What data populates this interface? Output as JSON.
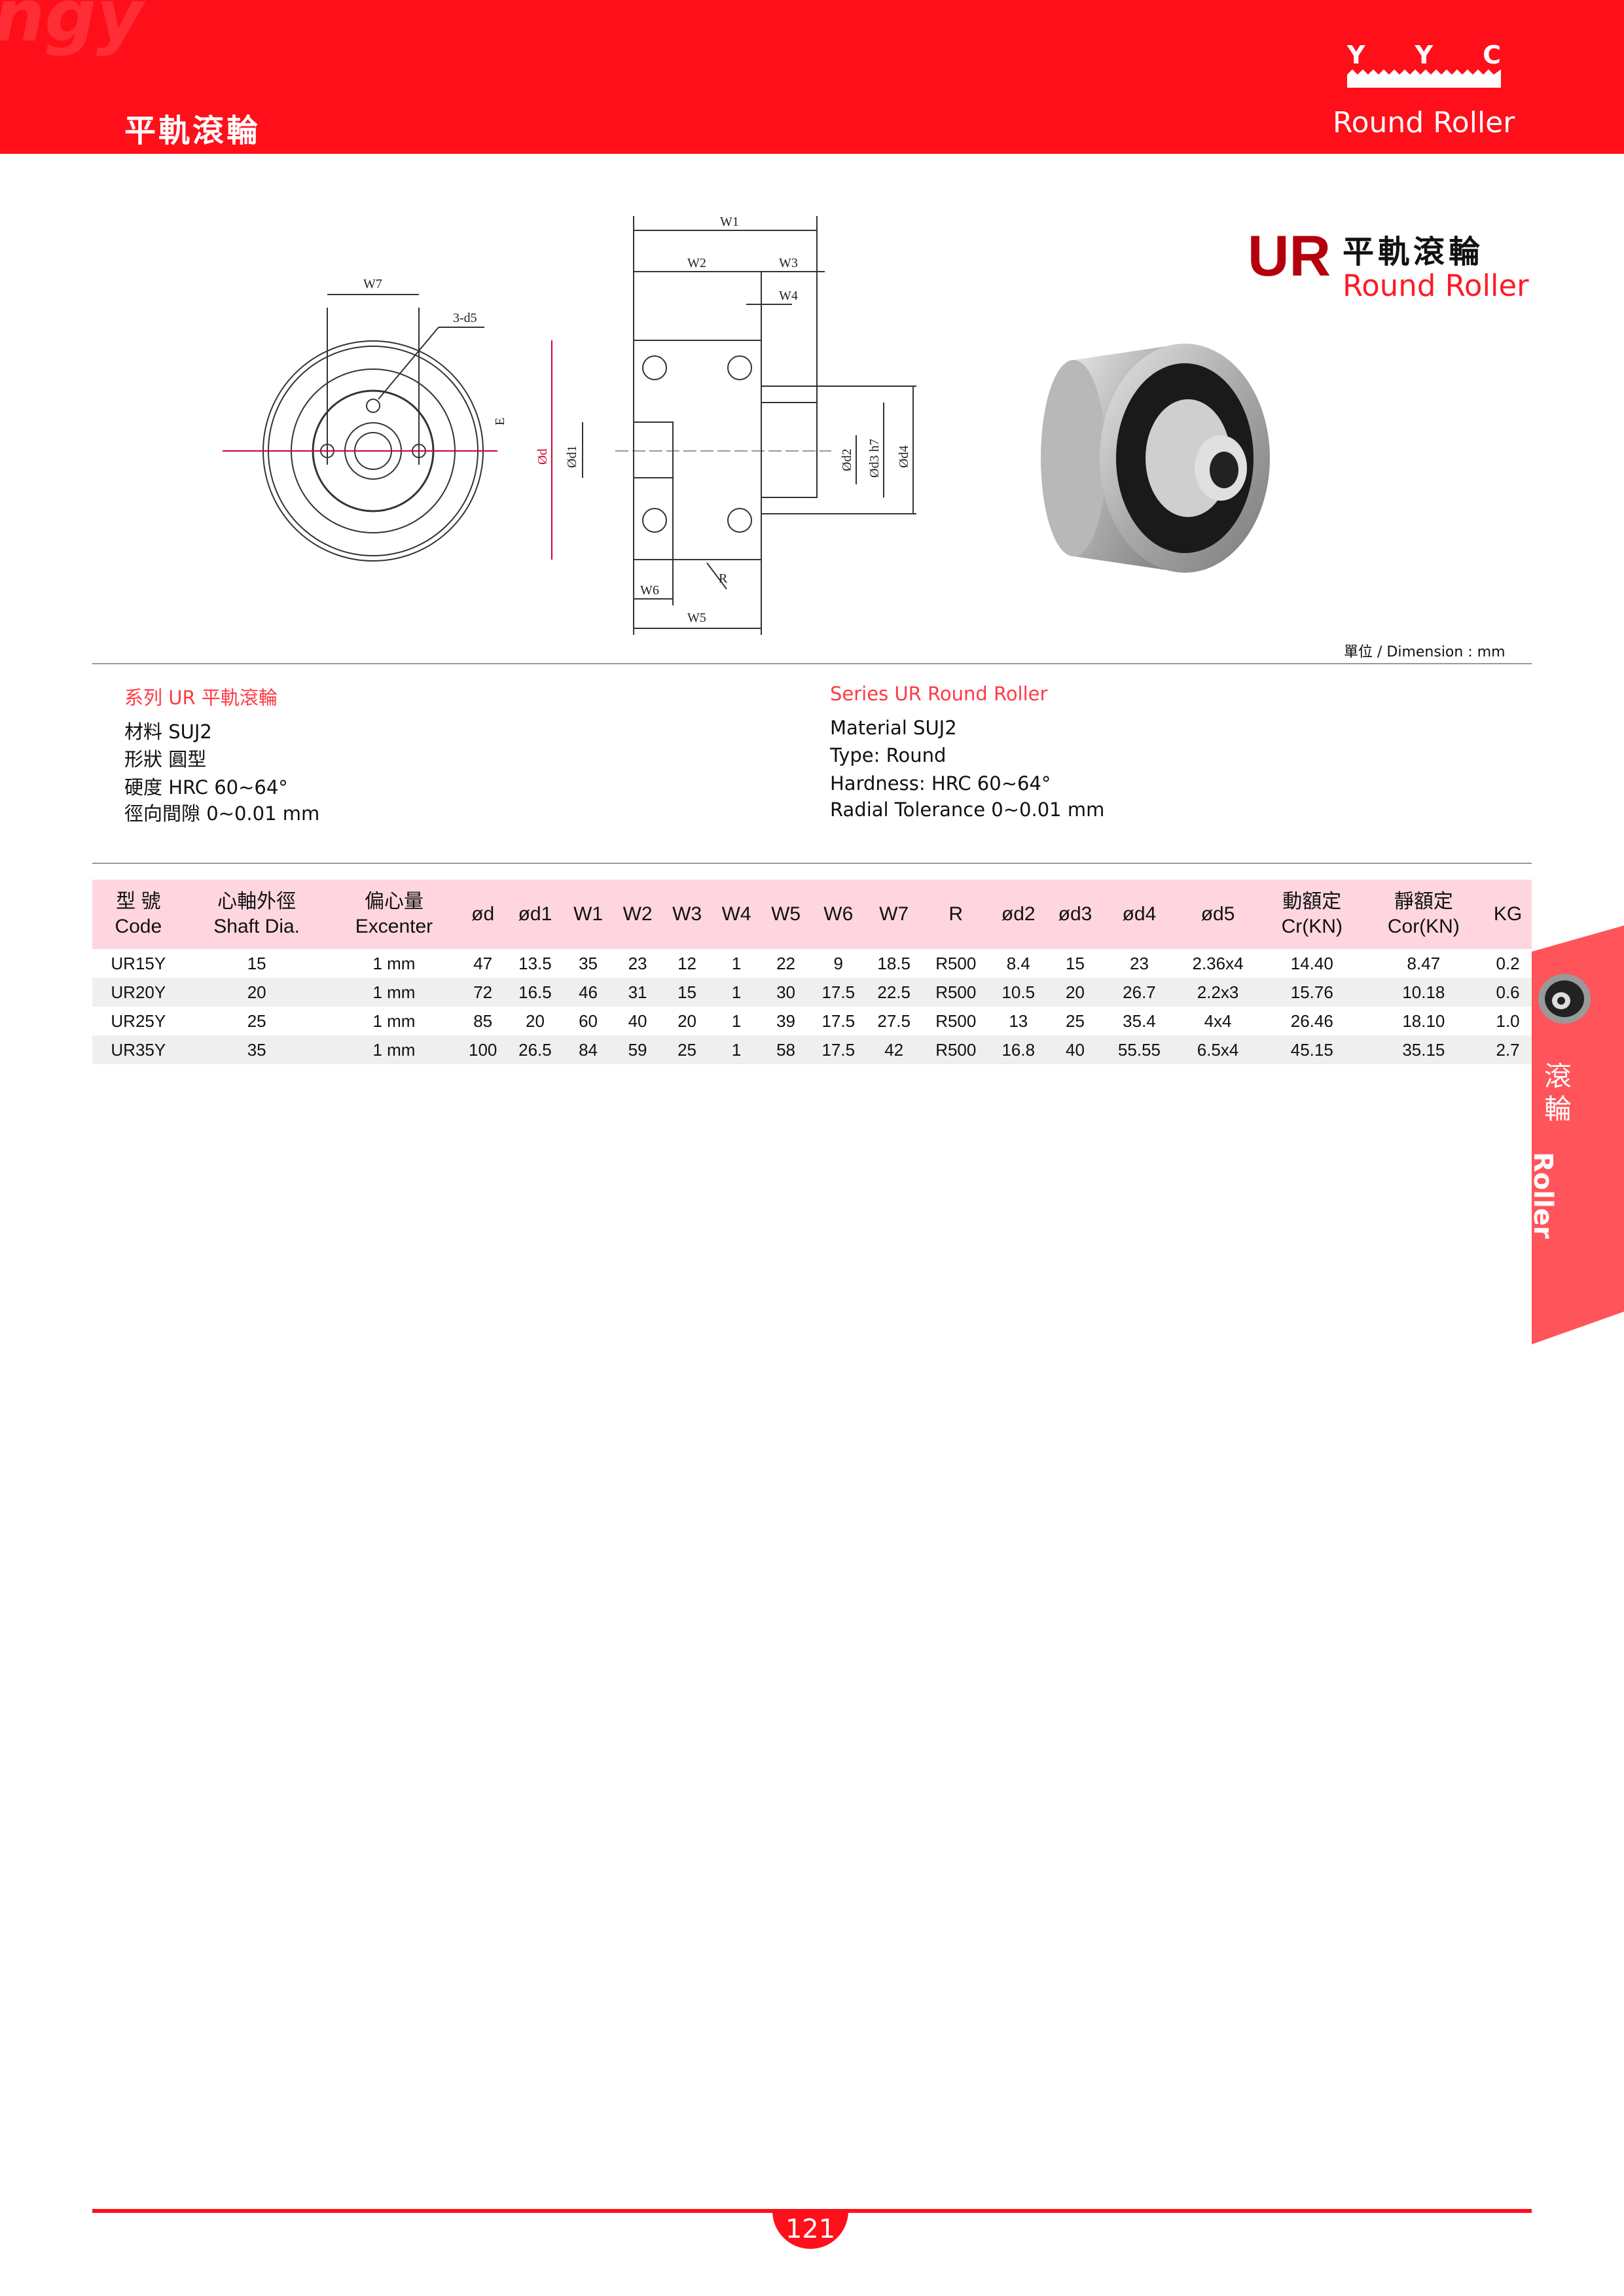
{
  "header": {
    "title_zh": "平軌滾輪",
    "title_en": "Round Roller",
    "logo_letters": [
      "Y",
      "Y",
      "C"
    ],
    "watermark": "ngy",
    "color": "#ff0f1a"
  },
  "product": {
    "code": "UR",
    "name_zh": "平軌滾輪",
    "name_en": "Round Roller",
    "unit_note": "單位 / Dimension : mm"
  },
  "drawing": {
    "labels": [
      "W1",
      "W2",
      "W3",
      "W4",
      "W5",
      "W6",
      "W7",
      "3-d5",
      "E",
      "Ød",
      "Ød1",
      "Ød2",
      "Ød3 h7",
      "Ød4",
      "R"
    ]
  },
  "specs": {
    "zh": {
      "title": "系列 UR 平軌滾輪",
      "lines": [
        "材料 SUJ2",
        "形狀 圓型",
        "硬度 HRC 60~64°",
        "徑向間隙 0~0.01 mm"
      ]
    },
    "en": {
      "title": "Series UR Round Roller",
      "lines": [
        "Material  SUJ2",
        "Type: Round",
        "Hardness: HRC 60~64°",
        "Radial Tolerance 0~0.01 mm"
      ]
    }
  },
  "table": {
    "headers": [
      [
        "型 號",
        "Code"
      ],
      [
        "心軸外徑",
        "Shaft Dia."
      ],
      [
        "偏心量",
        "Excenter"
      ],
      [
        "ød"
      ],
      [
        "ød1"
      ],
      [
        "W1"
      ],
      [
        "W2"
      ],
      [
        "W3"
      ],
      [
        "W4"
      ],
      [
        "W5"
      ],
      [
        "W6"
      ],
      [
        "W7"
      ],
      [
        "R"
      ],
      [
        "ød2"
      ],
      [
        "ød3"
      ],
      [
        "ød4"
      ],
      [
        "ød5"
      ],
      [
        "動額定",
        "Cr(KN)"
      ],
      [
        "靜額定",
        "Cor(KN)"
      ],
      [
        "KG"
      ]
    ],
    "rows": [
      [
        "UR15Y",
        "15",
        "1 mm",
        "47",
        "13.5",
        "35",
        "23",
        "12",
        "1",
        "22",
        "9",
        "18.5",
        "R500",
        "8.4",
        "15",
        "23",
        "2.36x4",
        "14.40",
        "8.47",
        "0.2"
      ],
      [
        "UR20Y",
        "20",
        "1 mm",
        "72",
        "16.5",
        "46",
        "31",
        "15",
        "1",
        "30",
        "17.5",
        "22.5",
        "R500",
        "10.5",
        "20",
        "26.7",
        "2.2x3",
        "15.76",
        "10.18",
        "0.6"
      ],
      [
        "UR25Y",
        "25",
        "1 mm",
        "85",
        "20",
        "60",
        "40",
        "20",
        "1",
        "39",
        "17.5",
        "27.5",
        "R500",
        "13",
        "25",
        "35.4",
        "4x4",
        "26.46",
        "18.10",
        "1.0"
      ],
      [
        "UR35Y",
        "35",
        "1 mm",
        "100",
        "26.5",
        "84",
        "59",
        "25",
        "1",
        "58",
        "17.5",
        "42",
        "R500",
        "16.8",
        "40",
        "55.55",
        "6.5x4",
        "45.15",
        "35.15",
        "2.7"
      ]
    ]
  },
  "side_tab": {
    "zh": "滾輪",
    "en": "Roller",
    "color": "#ff545a"
  },
  "footer": {
    "page_number": "121"
  }
}
